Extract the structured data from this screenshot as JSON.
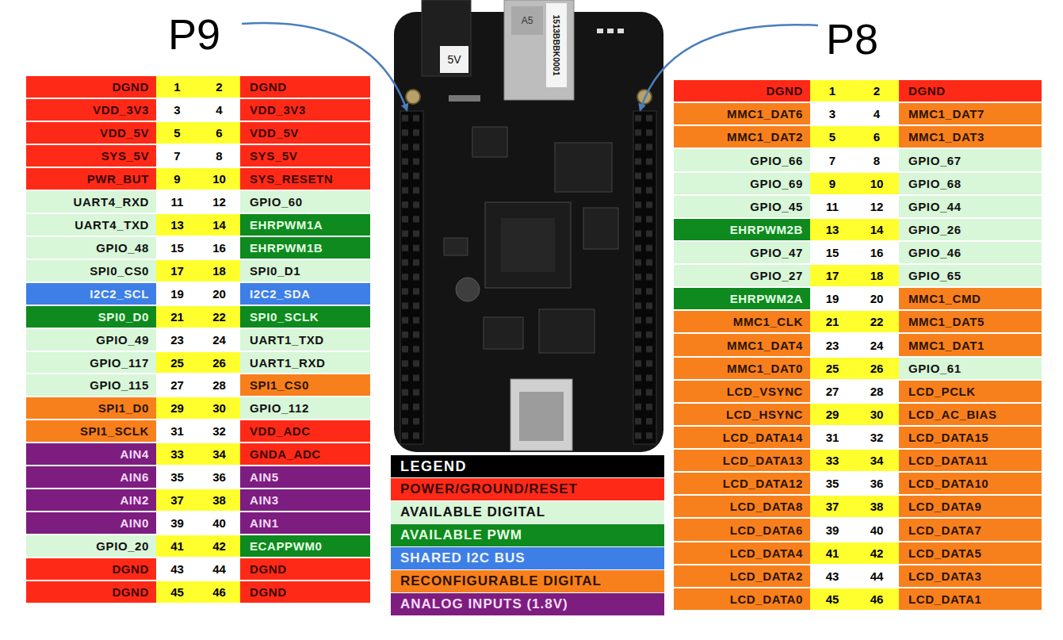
{
  "diagram": {
    "labels": [
      "P9",
      "P8",
      "DGND",
      "1",
      "2",
      "DGND",
      "VDD_3V3",
      "3",
      "4",
      "VDD_3V3",
      "VDD_5V",
      "5",
      "6",
      "VDD_5V",
      "SYS_5V",
      "7",
      "8",
      "SYS_5V",
      "PWR_BUT",
      "9",
      "10",
      "SYS_RESETN",
      "UART4_RXD",
      "11",
      "12",
      "GPIO_60",
      "UART4_TXD",
      "13",
      "14",
      "EHRPWM1A",
      "GPIO_48",
      "15",
      "16",
      "EHRPWM1B",
      "SPI0_CS0",
      "17",
      "18",
      "SPI0_D1",
      "I2C2_SCL",
      "19",
      "20",
      "I2C2_SDA",
      "SPI0_D0",
      "21",
      "22",
      "SPI0_SCLK",
      "GPIO_49",
      "23",
      "24",
      "UART1_TXD",
      "GPIO_117",
      "25",
      "26",
      "UART1_RXD",
      "GPIO_115",
      "27",
      "28",
      "SPI1_CS0",
      "SPI1_D0",
      "29",
      "30",
      "GPIO_112",
      "SPI1_SCLK",
      "31",
      "32",
      "VDD_ADC",
      "AIN4",
      "33",
      "34",
      "GNDA_ADC",
      "AIN6",
      "35",
      "36",
      "AIN5",
      "AIN2",
      "37",
      "38",
      "AIN3",
      "AIN0",
      "39",
      "40",
      "AIN1",
      "GPIO_20",
      "41",
      "42",
      "ECAPPWM0",
      "DGND",
      "43",
      "44",
      "DGND",
      "DGND",
      "45",
      "46",
      "DGND",
      "DGND",
      "1",
      "2",
      "DGND",
      "MMC1_DAT6",
      "3",
      "4",
      "MMC1_DAT7",
      "MMC1_DAT2",
      "5",
      "6",
      "MMC1_DAT3",
      "GPIO_66",
      "7",
      "8",
      "GPIO_67",
      "GPIO_69",
      "9",
      "10",
      "GPIO_68",
      "GPIO_45",
      "11",
      "12",
      "GPIO_44",
      "EHRPWM2B",
      "13",
      "14",
      "GPIO_26",
      "GPIO_47",
      "15",
      "16",
      "GPIO_46",
      "GPIO_27",
      "17",
      "18",
      "GPIO_65",
      "EHRPWM2A",
      "19",
      "20",
      "MMC1_CMD",
      "MMC1_CLK",
      "21",
      "22",
      "MMC1_DAT5",
      "MMC1_DAT4",
      "23",
      "24",
      "MMC1_DAT1",
      "MMC1_DAT0",
      "25",
      "26",
      "GPIO_61",
      "LCD_VSYNC",
      "27",
      "28",
      "LCD_PCLK",
      "LCD_HSYNC",
      "29",
      "30",
      "LCD_AC_BIAS",
      "LCD_DATA14",
      "31",
      "32",
      "LCD_DATA15",
      "LCD_DATA13",
      "33",
      "34",
      "LCD_DATA11",
      "LCD_DATA12",
      "35",
      "36",
      "LCD_DATA10",
      "LCD_DATA8",
      "37",
      "38",
      "LCD_DATA9",
      "LCD_DATA6",
      "39",
      "40",
      "LCD_DATA7",
      "LCD_DATA4",
      "41",
      "42",
      "LCD_DATA5",
      "LCD_DATA2",
      "43",
      "44",
      "LCD_DATA3",
      "LCD_DATA0",
      "45",
      "46",
      "LCD_DATA1",
      "LEGEND",
      "5V",
      "A5",
      "1513BBBK0001"
    ],
    "legend": [
      {
        "text": "POWER/GROUND/RESET",
        "color": "#fe2a17"
      },
      {
        "text": "AVAILABLE DIGITAL",
        "color": "#d8f6d8"
      },
      {
        "text": "AVAILABLE PWM",
        "color": "#0e8a1e"
      },
      {
        "text": "SHARED I2C BUS",
        "color": "#3d7fe6"
      },
      {
        "text": "RECONFIGURABLE DIGITAL",
        "color": "#f8801c"
      },
      {
        "text": "ANALOG INPUTS (1.8V)",
        "color": "#7d1d80"
      }
    ]
  }
}
